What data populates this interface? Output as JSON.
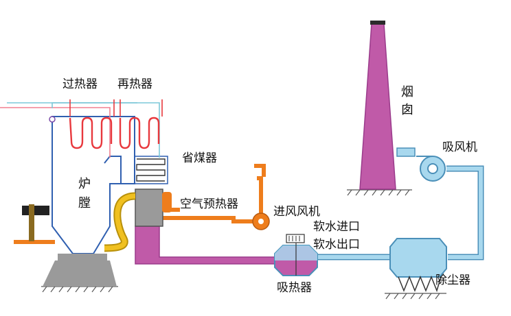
{
  "labels": {
    "superheater": "过热器",
    "reheater": "再热器",
    "economizer": "省煤器",
    "furnace_1": "炉",
    "furnace_2": "膛",
    "air_preheater": "空气预热器",
    "forced_draft_fan": "进风风机",
    "soft_water_inlet": "软水进口",
    "soft_water_outlet": "软水出口",
    "heat_absorber": "吸热器",
    "dust_collector": "除尘器",
    "induced_draft_fan": "吸风机",
    "chimney_1": "烟",
    "chimney_2": "囱"
  },
  "colors": {
    "steam_red": "#e8383d",
    "water_line": "#f08090",
    "cyan_line": "#7cc8d8",
    "boiler_blue": "#2f5fb0",
    "flue_magenta": "#c05aa8",
    "flue_outline": "#9a3b8b",
    "air_orange": "#ee7d1c",
    "duct_blue": "#a8d8ee",
    "duct_outline": "#4a8fb8",
    "yellow_duct": "#f0c020",
    "gray_block": "#9a9a9a",
    "ground": "#555555"
  }
}
